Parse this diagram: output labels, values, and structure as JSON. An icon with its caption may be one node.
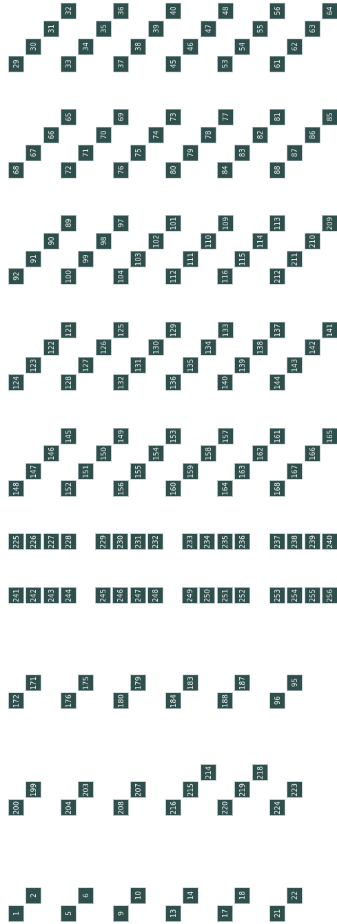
{
  "diagram": {
    "nodes": [
      {
        "text": [
          "29"
        ]
      },
      {
        "text": [
          "30"
        ]
      },
      {
        "text": [
          "31"
        ]
      },
      {
        "text": [
          "32"
        ]
      },
      {
        "text": [
          "33"
        ]
      },
      {
        "text": [
          "34"
        ]
      },
      {
        "text": [
          "35"
        ]
      },
      {
        "text": [
          "36"
        ]
      },
      {
        "text": [
          "37"
        ]
      },
      {
        "text": [
          "38"
        ]
      },
      {
        "text": [
          "39"
        ]
      },
      {
        "text": [
          "40"
        ]
      },
      {
        "text": [
          "45"
        ]
      },
      {
        "text": [
          "46"
        ]
      },
      {
        "text": [
          "47"
        ]
      },
      {
        "text": [
          "48"
        ]
      },
      {
        "text": [
          "53"
        ]
      },
      {
        "text": [
          "54"
        ]
      },
      {
        "text": [
          "55"
        ]
      },
      {
        "text": [
          "56"
        ]
      },
      {
        "text": [
          "61"
        ]
      },
      {
        "text": [
          "62"
        ]
      },
      {
        "text": [
          "63"
        ]
      },
      {
        "text": [
          "64"
        ]
      },
      {
        "text": [
          "68"
        ]
      },
      {
        "text": [
          "67"
        ]
      },
      {
        "text": [
          "66"
        ]
      },
      {
        "text": [
          "65"
        ]
      },
      {
        "text": [
          "72"
        ]
      },
      {
        "text": [
          "71"
        ]
      },
      {
        "text": [
          "70"
        ]
      },
      {
        "text": [
          "69"
        ]
      },
      {
        "text": [
          "76"
        ]
      },
      {
        "text": [
          "75"
        ]
      },
      {
        "text": [
          "74"
        ]
      },
      {
        "text": [
          "73"
        ]
      },
      {
        "text": [
          "80"
        ]
      },
      {
        "text": [
          "79"
        ]
      },
      {
        "text": [
          "78"
        ]
      },
      {
        "text": [
          "77"
        ]
      },
      {
        "text": [
          "84"
        ]
      },
      {
        "text": [
          "83"
        ]
      },
      {
        "text": [
          "82"
        ]
      },
      {
        "text": [
          "81"
        ]
      },
      {
        "text": [
          "88"
        ]
      },
      {
        "text": [
          "87"
        ]
      },
      {
        "text": [
          "86"
        ]
      },
      {
        "text": [
          "85"
        ]
      },
      {
        "text": [
          "92"
        ]
      },
      {
        "text": [
          "91"
        ]
      },
      {
        "text": [
          "90"
        ]
      },
      {
        "text": [
          "89"
        ]
      },
      {
        "text": [
          "100"
        ]
      },
      {
        "text": [
          "99"
        ]
      },
      {
        "text": [
          "98"
        ]
      },
      {
        "text": [
          "97"
        ]
      },
      {
        "text": [
          "104"
        ]
      },
      {
        "text": [
          "103"
        ]
      },
      {
        "text": [
          "102"
        ]
      },
      {
        "text": [
          "101"
        ]
      },
      {
        "text": [
          "112"
        ]
      },
      {
        "text": [
          "111"
        ]
      },
      {
        "text": [
          "110"
        ]
      },
      {
        "text": [
          "109"
        ]
      },
      {
        "text": [
          "116"
        ]
      },
      {
        "text": [
          "115"
        ]
      },
      {
        "text": [
          "114"
        ]
      },
      {
        "text": [
          "113"
        ]
      },
      {
        "text": [
          "212"
        ]
      },
      {
        "text": [
          "211"
        ]
      },
      {
        "text": [
          "210"
        ]
      },
      {
        "text": [
          "209"
        ]
      },
      {
        "text": [
          "124"
        ]
      },
      {
        "text": [
          "123"
        ]
      },
      {
        "text": [
          "122"
        ]
      },
      {
        "text": [
          "121"
        ]
      },
      {
        "text": [
          "128"
        ]
      },
      {
        "text": [
          "127"
        ]
      },
      {
        "text": [
          "126"
        ]
      },
      {
        "text": [
          "125"
        ]
      },
      {
        "text": [
          "132"
        ]
      },
      {
        "text": [
          "131"
        ]
      },
      {
        "text": [
          "130"
        ]
      },
      {
        "text": [
          "129"
        ]
      },
      {
        "text": [
          "136"
        ]
      },
      {
        "text": [
          "135"
        ]
      },
      {
        "text": [
          "134"
        ]
      },
      {
        "text": [
          "133"
        ]
      },
      {
        "text": [
          "140"
        ]
      },
      {
        "text": [
          "139"
        ]
      },
      {
        "text": [
          "138"
        ]
      },
      {
        "text": [
          "137"
        ]
      },
      {
        "text": [
          "144"
        ]
      },
      {
        "text": [
          "143"
        ]
      },
      {
        "text": [
          "142"
        ]
      },
      {
        "text": [
          "141"
        ]
      },
      {
        "text": [
          "148"
        ]
      },
      {
        "text": [
          "147"
        ]
      },
      {
        "text": [
          "146"
        ]
      },
      {
        "text": [
          "145"
        ]
      },
      {
        "text": [
          "152"
        ]
      },
      {
        "text": [
          "151"
        ]
      },
      {
        "text": [
          "150"
        ]
      },
      {
        "text": [
          "149"
        ]
      },
      {
        "text": [
          "156"
        ]
      },
      {
        "text": [
          "155"
        ]
      },
      {
        "text": [
          "154"
        ]
      },
      {
        "text": [
          "153"
        ]
      },
      {
        "text": [
          "160"
        ]
      },
      {
        "text": [
          "159"
        ]
      },
      {
        "text": [
          "158"
        ]
      },
      {
        "text": [
          "157"
        ]
      },
      {
        "text": [
          "164"
        ]
      },
      {
        "text": [
          "163"
        ]
      },
      {
        "text": [
          "162"
        ]
      },
      {
        "text": [
          "161"
        ]
      },
      {
        "text": [
          "168"
        ]
      },
      {
        "text": [
          "167"
        ]
      },
      {
        "text": [
          "166"
        ]
      },
      {
        "text": [
          "165"
        ]
      },
      {
        "text": [
          "225"
        ]
      },
      {
        "text": [
          "226"
        ]
      },
      {
        "text": [
          "227"
        ]
      },
      {
        "text": [
          "228"
        ]
      },
      {
        "text": [
          "229"
        ]
      },
      {
        "text": [
          "230"
        ]
      },
      {
        "text": [
          "231"
        ]
      },
      {
        "text": [
          "232"
        ]
      },
      {
        "text": [
          "233"
        ]
      },
      {
        "text": [
          "234"
        ]
      },
      {
        "text": [
          "235"
        ]
      },
      {
        "text": [
          "236"
        ]
      },
      {
        "text": [
          "237"
        ]
      },
      {
        "text": [
          "238"
        ]
      },
      {
        "text": [
          "239"
        ]
      },
      {
        "text": [
          "240"
        ]
      },
      {
        "text": [
          "241"
        ]
      },
      {
        "text": [
          "242"
        ]
      },
      {
        "text": [
          "243"
        ]
      },
      {
        "text": [
          "244"
        ]
      },
      {
        "text": [
          "245"
        ]
      },
      {
        "text": [
          "246"
        ]
      },
      {
        "text": [
          "247"
        ]
      },
      {
        "text": [
          "248"
        ]
      },
      {
        "text": [
          "249"
        ]
      },
      {
        "text": [
          "250"
        ]
      },
      {
        "text": [
          "251"
        ]
      },
      {
        "text": [
          "252"
        ]
      },
      {
        "text": [
          "253"
        ]
      },
      {
        "text": [
          "254"
        ]
      },
      {
        "text": [
          "255"
        ]
      },
      {
        "text": [
          "256"
        ]
      },
      {
        "text": [
          "172"
        ]
      },
      {
        "text": [
          "171"
        ]
      },
      {
        "text": [
          "176"
        ]
      },
      {
        "text": [
          "175"
        ]
      },
      {
        "text": [
          "180"
        ]
      },
      {
        "text": [
          "179"
        ]
      },
      {
        "text": [
          "184"
        ]
      },
      {
        "text": [
          "183"
        ]
      },
      {
        "text": [
          "188"
        ]
      },
      {
        "text": [
          "187"
        ]
      },
      {
        "text": [
          "96"
        ]
      },
      {
        "text": [
          "95"
        ]
      },
      {
        "text": [
          "200"
        ]
      },
      {
        "text": [
          "199"
        ]
      },
      {
        "text": [
          "204"
        ]
      },
      {
        "text": [
          "203"
        ]
      },
      {
        "text": [
          "208"
        ]
      },
      {
        "text": [
          "207"
        ]
      },
      {
        "text": [
          "216"
        ]
      },
      {
        "text": [
          "215"
        ]
      },
      {
        "text": [
          "214"
        ]
      },
      {
        "text": [
          "220"
        ]
      },
      {
        "text": [
          "219"
        ]
      },
      {
        "text": [
          "218"
        ]
      },
      {
        "text": [
          "224"
        ]
      },
      {
        "text": [
          "223"
        ]
      },
      {
        "text": [
          "1"
        ]
      },
      {
        "text": [
          "2"
        ]
      },
      {
        "text": [
          "5"
        ]
      },
      {
        "text": [
          "6"
        ]
      },
      {
        "text": [
          "9"
        ]
      },
      {
        "text": [
          "10"
        ]
      },
      {
        "text": [
          "13"
        ]
      },
      {
        "text": [
          "14"
        ]
      },
      {
        "text": [
          "17"
        ]
      },
      {
        "text": [
          "18"
        ]
      },
      {
        "text": [
          "21"
        ]
      },
      {
        "text": [
          "22"
        ]
      }
    ]
  }
}
